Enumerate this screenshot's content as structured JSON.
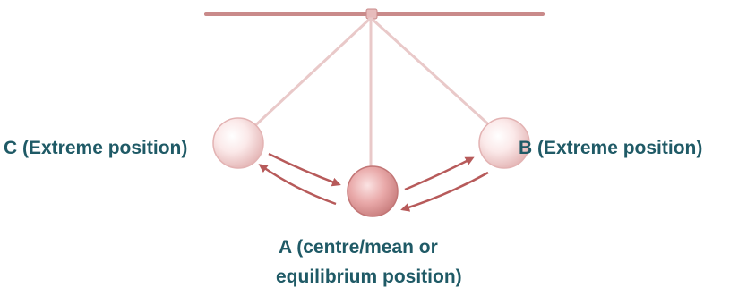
{
  "colors": {
    "rod": "#c98a8a",
    "string": "#e8c5c5",
    "bob_light": "#fdf1f1",
    "bob_mid": "#f0c9c9",
    "bob_dark": "#d99a9a",
    "bob_center_dark": "#c97c7c",
    "arrow": "#b75a5a",
    "label": "#1f5a66"
  },
  "labels": {
    "c": "C (Extreme position)",
    "b": "B (Extreme position)",
    "a_line1": "A (centre/mean or",
    "a_line2": "equilibrium position)"
  }
}
